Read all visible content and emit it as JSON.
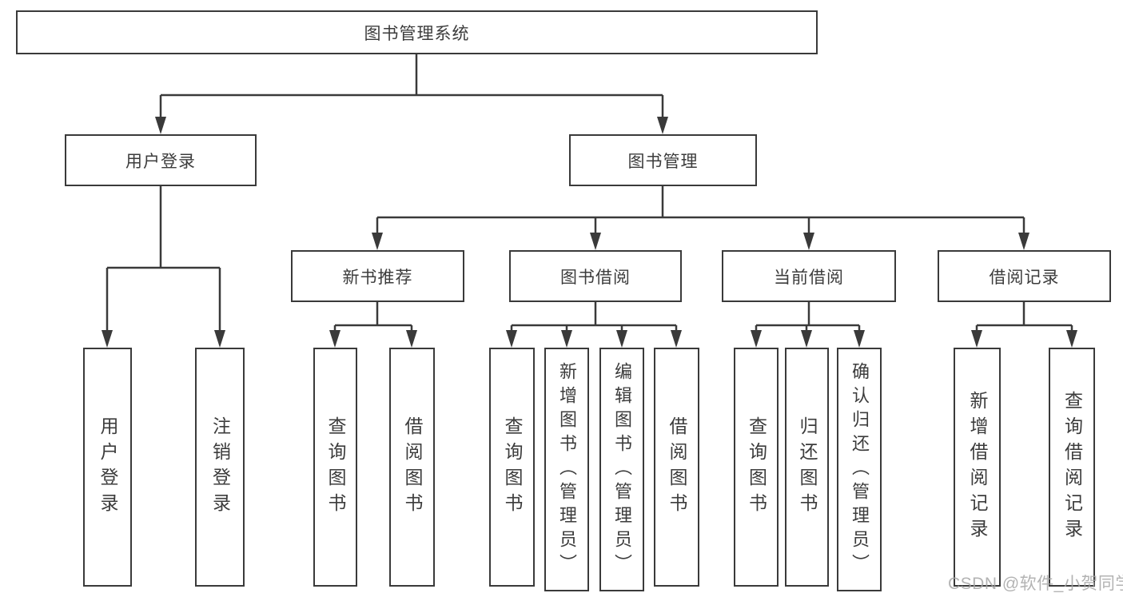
{
  "diagram": {
    "root": {
      "label": "图书管理系统"
    },
    "branches": {
      "user_login": {
        "label": "用户登录"
      },
      "book_mgmt": {
        "label": "图书管理"
      }
    },
    "modules": {
      "new_book_rec": {
        "label": "新书推荐"
      },
      "book_borrow": {
        "label": "图书借阅"
      },
      "current_borrow": {
        "label": "当前借阅"
      },
      "borrow_record": {
        "label": "借阅记录"
      }
    },
    "leaves": {
      "user_login_leaf": {
        "label": "用户登录"
      },
      "logout": {
        "label": "注销登录"
      },
      "rec_query_book": {
        "label": "查询图书"
      },
      "rec_borrow_book": {
        "label": "借阅图书"
      },
      "borrow_query_book": {
        "label": "查询图书"
      },
      "borrow_add_book": {
        "label": "新增图书（管理员）"
      },
      "borrow_edit_book": {
        "label": "编辑图书（管理员）"
      },
      "borrow_borrow_book": {
        "label": "借阅图书"
      },
      "current_query_book": {
        "label": "查询图书"
      },
      "current_return_book": {
        "label": "归还图书"
      },
      "current_confirm_return": {
        "label": "确认归还（管理员）"
      },
      "record_add": {
        "label": "新增借阅记录"
      },
      "record_query": {
        "label": "查询借阅记录"
      }
    }
  },
  "watermark": "CSDN @软件_小贺同学",
  "colors": {
    "line": "#3a3a3a",
    "text": "#3c3c3c",
    "watermark": "#a6a6a6",
    "background": "#ffffff"
  }
}
